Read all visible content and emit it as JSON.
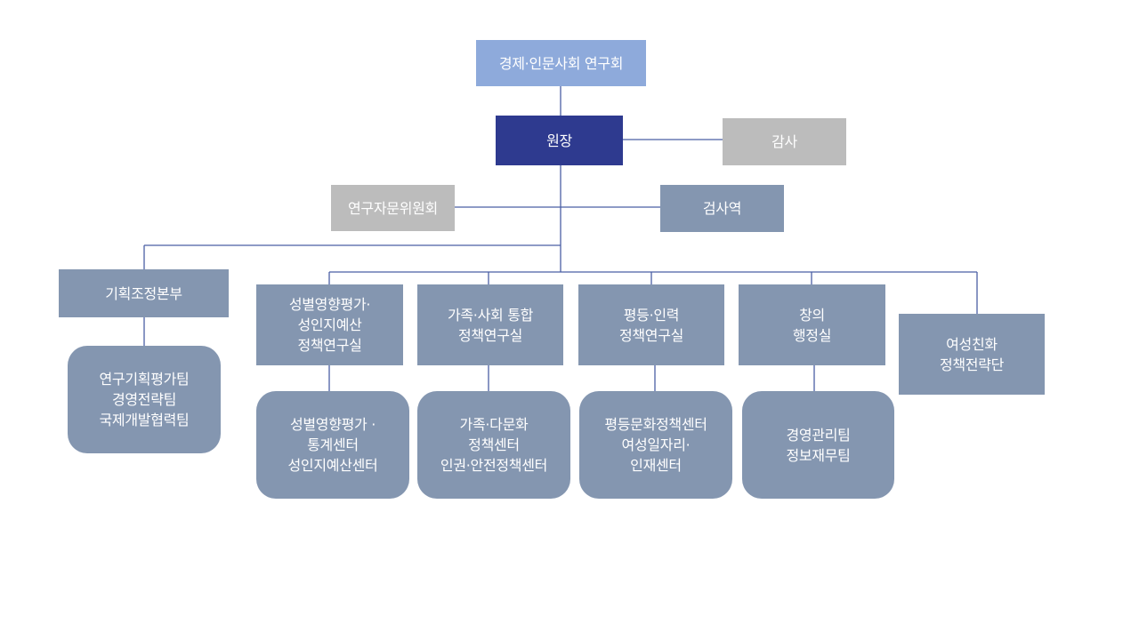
{
  "colors": {
    "council": "#8eaadb",
    "president": "#2e3a8f",
    "advisory": "#bcbcbc",
    "unit": "#8496b0",
    "connector": "#4a5fa5"
  },
  "nodes": {
    "council": "경제·인문사회 연구회",
    "president": "원장",
    "audit": "감사",
    "advisory": "연구자문위원회",
    "inspector": "검사역",
    "planning": "기획조정본부",
    "planning_teams": "연구기획평가팀\n경영전략팀\n국제개발협력팀",
    "gender_office": "성별영향평가·\n성인지예산\n정책연구실",
    "gender_centers": "성별영향평가 ·\n통계센터\n성인지예산센터",
    "family_office": "가족·사회 통합\n정책연구실",
    "family_centers": "가족·다문화\n정책센터\n인권·안전정책센터",
    "equality_office": "평등·인력\n정책연구실",
    "equality_centers": "평등문화정책센터\n여성일자리·\n인재센터",
    "admin_office": "창의\n행정실",
    "admin_teams": "경영관리팀\n정보재무팀",
    "women_friendly": "여성친화\n정책전략단"
  }
}
